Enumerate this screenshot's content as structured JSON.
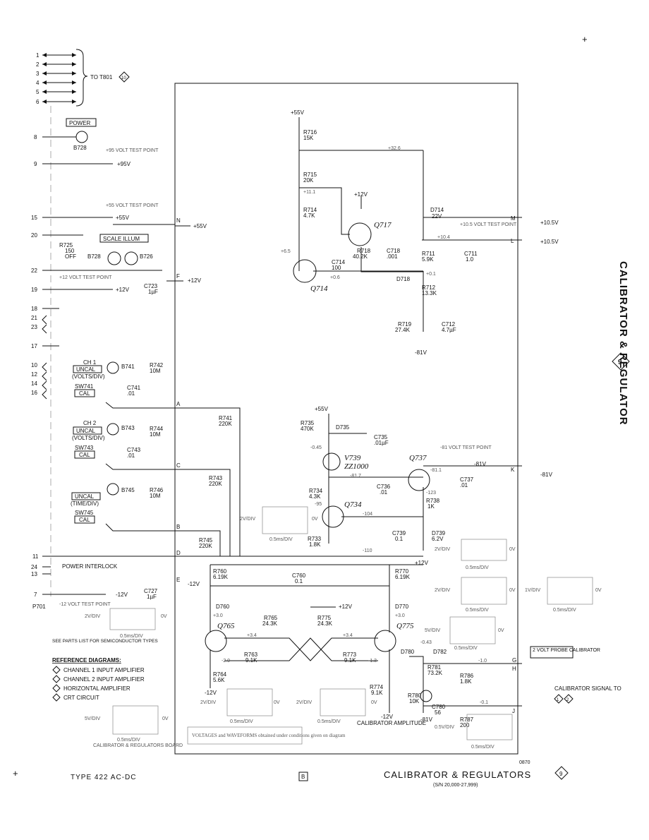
{
  "side_title": {
    "line1": "CALIBRATOR &",
    "line2": "REGULATOR",
    "diagram_number": "9"
  },
  "top_connector": {
    "pins": [
      "1",
      "2",
      "3",
      "4",
      "5",
      "6"
    ],
    "dest": "TO T801",
    "dest_ref": "10"
  },
  "left_pins": [
    {
      "num": "8",
      "label": "POWER",
      "part": "B728"
    },
    {
      "num": "9",
      "voltage": "+95V",
      "test_point": "+95 VOLT TEST POINT"
    },
    {
      "num": "15",
      "voltage": "+55V",
      "test_point": "+55 VOLT TEST POINT"
    },
    {
      "num": "20",
      "label": "SCALE ILLUM"
    },
    {
      "num": "22"
    },
    {
      "num": "19",
      "voltage": "+12V",
      "test_point": "+12 VOLT TEST POINT"
    },
    {
      "num": "18"
    },
    {
      "num": "21"
    },
    {
      "num": "23"
    },
    {
      "num": "17"
    },
    {
      "num": "10"
    },
    {
      "num": "12"
    },
    {
      "num": "14"
    },
    {
      "num": "16"
    },
    {
      "num": "11"
    },
    {
      "num": "24"
    },
    {
      "num": "13"
    },
    {
      "num": "7"
    }
  ],
  "left_components": {
    "r725": "R725",
    "r725_val": "150",
    "r725_off": "OFF",
    "b728": "B728",
    "b726": "B726",
    "c723": "C723",
    "c723_val": "1µF",
    "ch1": "CH 1",
    "uncal": "UNCAL",
    "volts_div": "(VOLTS/DIV)",
    "sw741": "SW741",
    "cal": "CAL",
    "b741": "B741",
    "r742": "R742",
    "r742_val": "10M",
    "c741": "C741",
    "c741_val": ".01",
    "ch2": "CH 2",
    "sw743": "SW743",
    "b743": "B743",
    "r744": "R744",
    "r744_val": "10M",
    "c743": "C743",
    "c743_val": ".01",
    "time_div": "(TIME/DIV)",
    "sw745": "SW745",
    "b745": "B745",
    "r746": "R746",
    "r746_val": "10M",
    "power_interlock": "POWER INTERLOCK",
    "p701": "P701",
    "neg12_tp": "-12 VOLT TEST POINT",
    "neg12": "-12V",
    "c727": "C727",
    "c727_val": "1µF"
  },
  "notes": {
    "see_parts": "SEE PARTS LIST FOR SEMICONDUCTOR TYPES",
    "reference_title": "REFERENCE DIAGRAMS:",
    "references": [
      {
        "num": "1",
        "text": "CHANNEL 1 INPUT AMPLIFIER"
      },
      {
        "num": "2",
        "text": "CHANNEL 2 INPUT AMPLIFIER"
      },
      {
        "num": "8",
        "text": "HORIZONTAL AMPLIFIER"
      },
      {
        "num": "10",
        "text": "CRT CIRCUIT"
      }
    ],
    "board_label": "CALIBRATOR & REGULATORS BOARD",
    "voltages_note": "VOLTAGES and WAVEFORMS obtained under conditions given on diagram"
  },
  "regulator": {
    "plus55": "+55V",
    "r716": "R716",
    "r716_val": "15K",
    "v_32_6": "+32.6",
    "r715": "R715",
    "r715_val": "20K",
    "v_11_1": "+11.1",
    "r714": "R714",
    "r714_val": "4.7K",
    "plus12": "+12V",
    "q717": "Q717",
    "d714": "D714",
    "d714_val": "22V",
    "v_6_5": "+6.5",
    "q714": "Q714",
    "c714": "C714",
    "c714_val": "100",
    "v_0_6": "+0.6",
    "r718": "R718",
    "r718_val": "40.2K",
    "c718": "C718",
    "c718_val": ".001",
    "v_10_4": "+10.4",
    "r711": "R711",
    "r711_val": "5.9K",
    "c711": "C711",
    "c711_val": "1.0",
    "d718": "D718",
    "v_0_1": "+0.1",
    "r712": "R712",
    "r712_val": "13.3K",
    "r719": "R719",
    "r719_val": "27.4K",
    "c712": "C712",
    "c712_val": "4.7µF",
    "neg81": "-81V",
    "tp105": "+10.5 VOLT TEST POINT",
    "m": "M",
    "l": "L",
    "out105": "+10.5V"
  },
  "neg_regulator": {
    "plus55": "+55V",
    "r735": "R735",
    "r735_val": "470K",
    "d735": "D735",
    "c735": "C735",
    "c735_val": ".01µF",
    "v_045": "-0.45",
    "v739": "V739",
    "v739_type": "ZZ1000",
    "tp81": "-81 VOLT TEST POINT",
    "q737": "Q737",
    "v_81_1": "-81.1",
    "out81": "-81V",
    "k": "K",
    "c737": "C737",
    "c737_val": ".01",
    "v_81_7": "-81.7",
    "c736": "C736",
    "c736_val": ".01",
    "v_123": "-123",
    "r738": "R738",
    "r738_val": "1K",
    "r734": "R734",
    "r734_val": "4.3K",
    "v_95": "-95",
    "q734": "Q734",
    "v_104": "-104",
    "c739": "C739",
    "c739_val": "0.1",
    "d739": "D739",
    "d739_val": "6.2V",
    "r733": "R733",
    "r733_val": "1.8K",
    "v_110": "-110",
    "r741": "R741",
    "r741_val": "220K",
    "r743": "R743",
    "r743_val": "220K",
    "r745": "R745",
    "r745_val": "220K",
    "a": "A",
    "b": "B",
    "c": "C",
    "d": "D",
    "e": "E",
    "f": "F",
    "n": "N"
  },
  "calibrator": {
    "plus12": "+12V",
    "r760": "R760",
    "r760_val": "6.19K",
    "c760": "C760",
    "c760_val": "0.1",
    "r770": "R770",
    "r770_val": "6.19K",
    "d760": "D760",
    "d770": "D770",
    "v_3_0a": "+3.0",
    "v_3_0b": "+3.0",
    "r765": "R765",
    "r765_val": "24.3K",
    "r775": "R775",
    "r775_val": "24.3K",
    "q765": "Q765",
    "q775": "Q775",
    "v_3_4a": "+3.4",
    "v_3_4b": "+3.4",
    "r763": "R763",
    "r763_val": "9.1K",
    "r773": "R773",
    "r773_val": "9.1K",
    "v_2_0": "-2.0",
    "v_1_3": "-1.3",
    "r764": "R764",
    "r764_val": "5.6K",
    "neg12": "-12V",
    "d780": "D780",
    "d782": "D782",
    "v_043": "-0.43",
    "r781": "R781",
    "r781_val": "73.2K",
    "v_1_0": "-1.0",
    "r786": "R786",
    "r786_val": "1.8K",
    "r774": "R774",
    "r774_val": "9.1K",
    "r780": "R780",
    "r780_val": "10K",
    "c780": "C780",
    "c780_val": "56",
    "v_0_1": "-0.1",
    "r787": "R787",
    "r787_val": "200",
    "neg81": "-81V",
    "cal_amp": "CALIBRATOR AMPLITUDE",
    "g": "G",
    "h": "H",
    "j": "J",
    "probe_cal": "2 VOLT PROBE CALIBRATOR",
    "cal_signal": "CALIBRATOR SIGNAL TO",
    "sig_ref1": "1",
    "sig_ref2": "2"
  },
  "waveforms": [
    {
      "volts": "2V/DIV",
      "time": "0.5ms/DIV",
      "zero": "0V"
    },
    {
      "volts": "2V/DIV",
      "time": "0.5ms/DIV",
      "zero": "0V"
    },
    {
      "volts": "2V/DIV",
      "time": "0.5ms/DIV",
      "zero": "0V"
    },
    {
      "volts": "1V/DIV",
      "time": "0.5ms/DIV",
      "zero": "0V"
    },
    {
      "volts": "2V/DIV",
      "time": "0.5ms/DIV",
      "zero": "0V"
    },
    {
      "volts": "5V/DIV",
      "time": "0.5ms/DIV",
      "zero": "0V"
    },
    {
      "volts": "5V/DIV",
      "time": "0.5ms/DIV",
      "zero": "0V"
    },
    {
      "volts": "2V/DIV",
      "time": "0.5ms/DIV",
      "zero": "0V"
    },
    {
      "volts": "2V/DIV",
      "time": "0.5ms/DIV",
      "zero": "0V"
    },
    {
      "volts": "0.5V/DIV",
      "time": "0.5ms/DIV",
      "zero": ""
    }
  ],
  "footer": {
    "type": "TYPE 422 AC-DC",
    "page_code": "B",
    "code": "0870",
    "title": "CALIBRATOR & REGULATORS",
    "title_ref": "9",
    "serial": "(S/N 20,000-27,999)"
  }
}
